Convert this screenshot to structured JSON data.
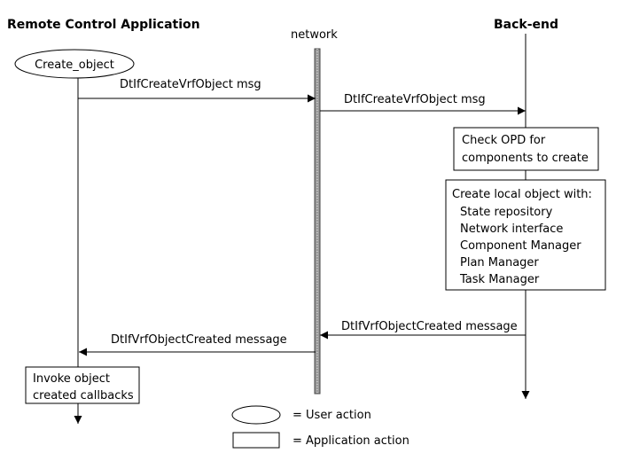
{
  "headers": {
    "left": "Remote Control Application",
    "middle": "network",
    "right": "Back-end"
  },
  "user_action": "Create_object",
  "messages": {
    "m1": "DtIfCreateVrfObject msg",
    "m2": "DtIfCreateVrfObject msg",
    "m3": "DtIfVrfObjectCreated message",
    "m4": "DtIfVrfObjectCreated message"
  },
  "boxes": {
    "check_opd": [
      "Check OPD for",
      "components to create"
    ],
    "create_local": [
      "Create local object with:",
      "State repository",
      "Network interface",
      "Component Manager",
      "Plan Manager",
      "Task Manager"
    ],
    "invoke": [
      "Invoke object",
      "created callbacks"
    ]
  },
  "legend": {
    "user": "= User action",
    "app": "= Application action"
  }
}
